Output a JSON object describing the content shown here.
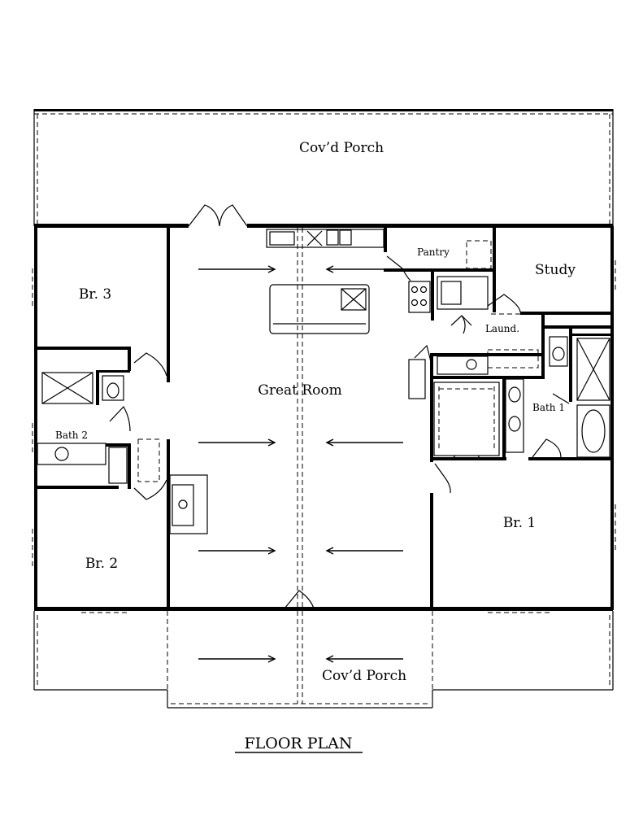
{
  "title": "FLOOR PLAN",
  "rooms": {
    "porch_top": "Cov’d Porch",
    "porch_bottom": "Cov’d Porch",
    "great_room": "Great Room",
    "pantry": "Pantry",
    "study": "Study",
    "laundry": "Laund.",
    "bath1": "Bath 1",
    "bath2": "Bath 2",
    "br1": "Br. 1",
    "br2": "Br. 2",
    "br3": "Br. 3"
  }
}
